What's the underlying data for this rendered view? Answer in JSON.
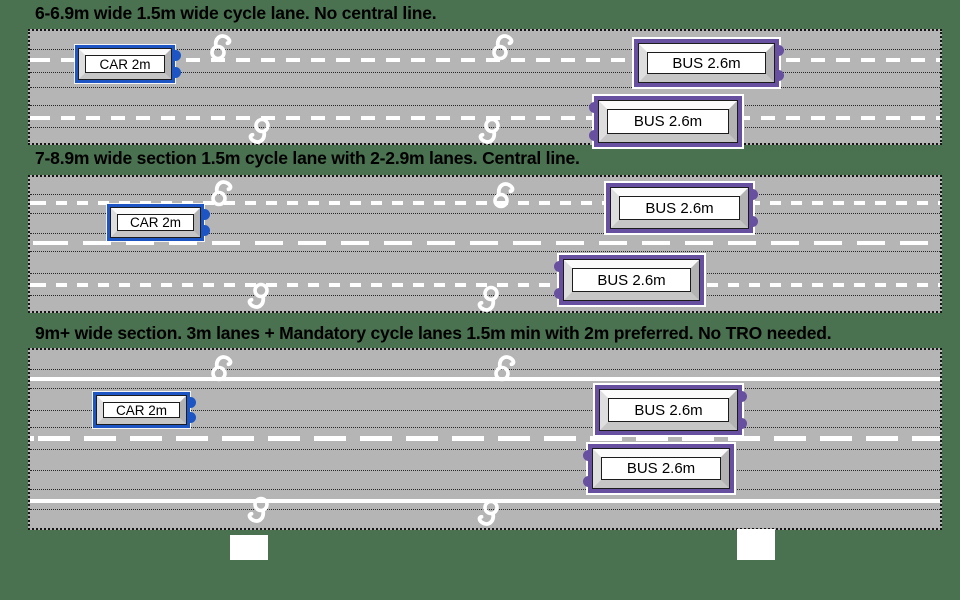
{
  "background_color": "#4a7150",
  "road_color": "#b5b5b5",
  "accent_colors": {
    "car_outline": "#1d56c4",
    "bus_outline": "#66509f",
    "lane_marking": "#ffffff",
    "guide_line": "#262626"
  },
  "icons": {
    "cyclist": "cyclist-icon"
  },
  "sections": [
    {
      "title": "6-6.9m wide 1.5m wide cycle lane. No central line.",
      "vehicles": [
        {
          "type": "car",
          "label": "CAR 2m"
        },
        {
          "type": "bus",
          "label": "BUS 2.6m"
        },
        {
          "type": "bus",
          "label": "BUS 2.6m"
        }
      ]
    },
    {
      "title": "7-8.9m wide section 1.5m cycle lane with 2-2.9m lanes. Central line.",
      "vehicles": [
        {
          "type": "car",
          "label": "CAR 2m"
        },
        {
          "type": "bus",
          "label": "BUS 2.6m"
        },
        {
          "type": "bus",
          "label": "BUS 2.6m"
        }
      ]
    },
    {
      "title": "9m+ wide section. 3m lanes + Mandatory cycle lanes 1.5m min with 2m preferred. No TRO needed.",
      "vehicles": [
        {
          "type": "car",
          "label": "CAR 2m"
        },
        {
          "type": "bus",
          "label": "BUS 2.6m"
        },
        {
          "type": "bus",
          "label": "BUS 2.6m"
        }
      ]
    }
  ]
}
